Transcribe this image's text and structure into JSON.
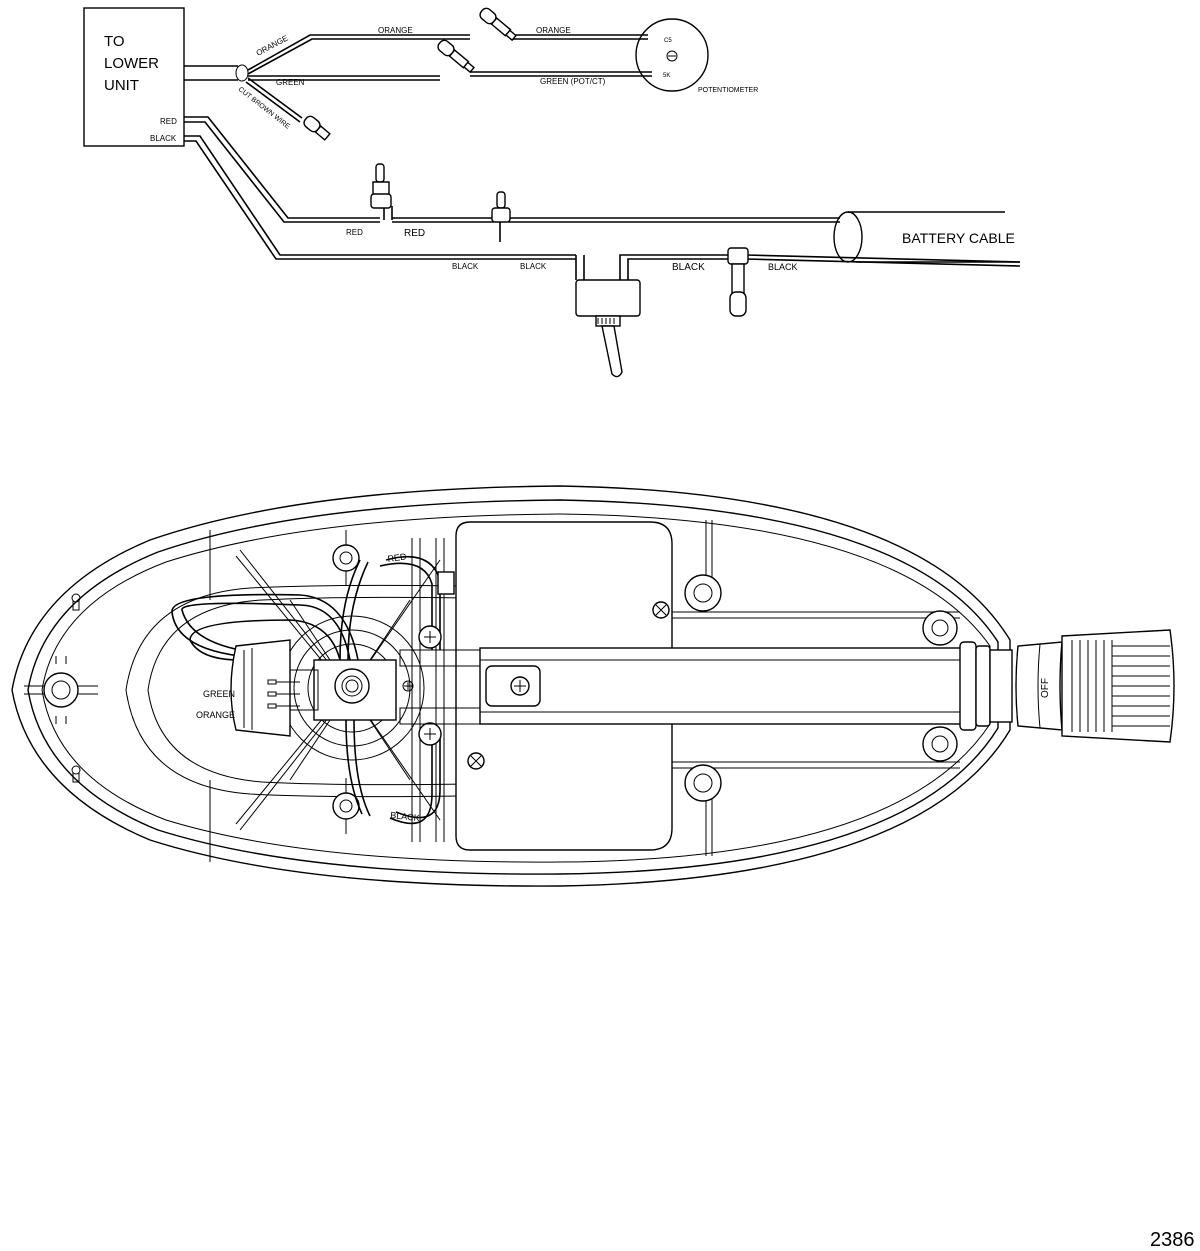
{
  "figure_number": "2386",
  "lower_unit": {
    "line1": "TO",
    "line2": "LOWER",
    "line3": "UNIT",
    "red": "RED",
    "black": "BLACK"
  },
  "wires": {
    "orange_1": "ORANGE",
    "orange_2": "ORANGE",
    "orange_3": "ORANGE",
    "green": "GREEN",
    "green_potct": "GREEN (POT/CT)",
    "cut_brown": "CUT BROWN WIRE",
    "red_1": "RED",
    "red_2": "RED",
    "black_1": "BLACK",
    "black_2": "BLACK",
    "black_3": "BLACK",
    "black_4": "BLACK"
  },
  "potentiometer": {
    "label": "POTENTIOMETER",
    "code_top": "C5",
    "code_bottom": "5K"
  },
  "battery_cable": "BATTERY CABLE",
  "head": {
    "red": "RED",
    "green": "GREEN",
    "orange": "ORANGE",
    "black": "BLACK",
    "off": "OFF"
  }
}
